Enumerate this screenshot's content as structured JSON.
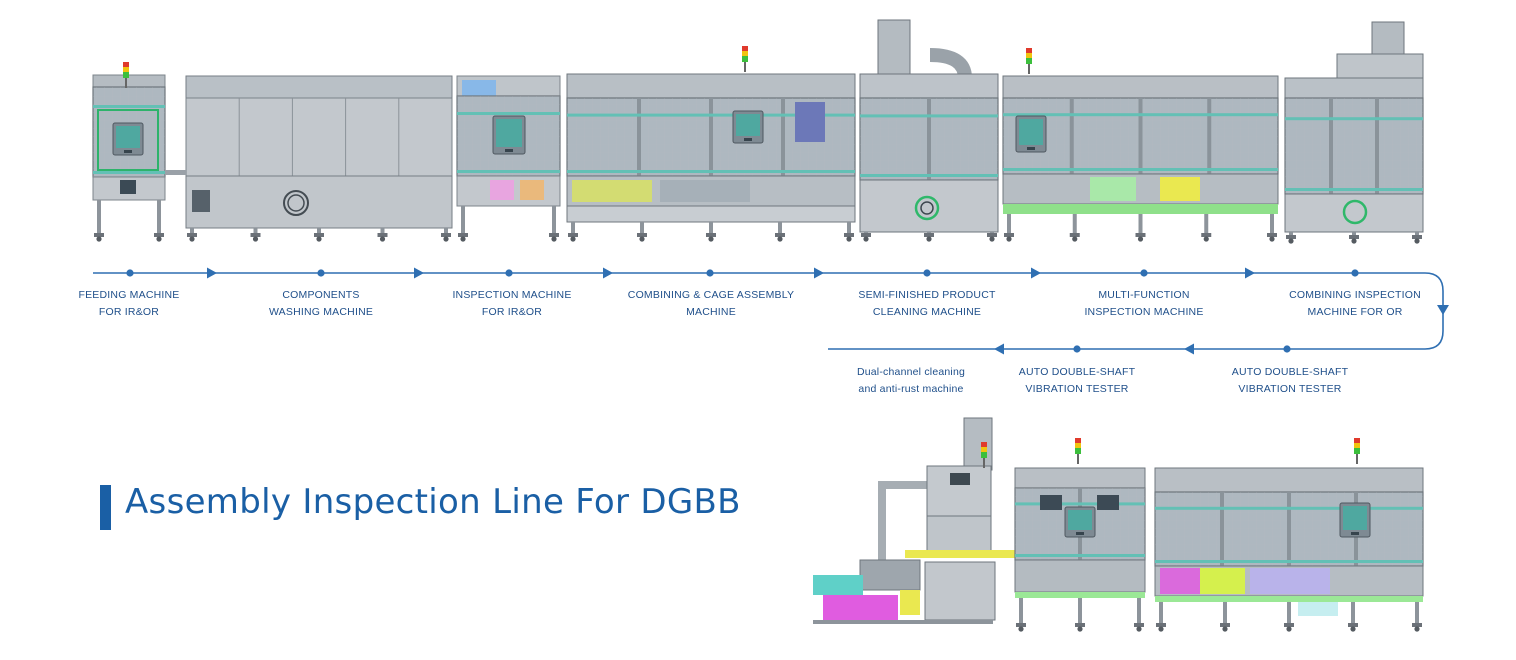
{
  "title": "Assembly Inspection Line For DGBB",
  "colors": {
    "accent": "#1a5fa5",
    "flow_line": "#2f6fb2",
    "label_text": "#1f4f8a",
    "frame": "#9aa1a8",
    "panel": "#c3c8cd",
    "glass": "#aeb8c0",
    "teal": "#63c0b5",
    "screen": "#4fa8a0",
    "green": "#59c64f",
    "magenta": "#e05ce0",
    "yellow": "#eae850",
    "lavender": "#b9b3ea"
  },
  "stations": {
    "row1": [
      {
        "label": "FEEDING MACHINE\nFOR IR&OR"
      },
      {
        "label": "COMPONENTS\nWASHING MACHINE"
      },
      {
        "label": "INSPECTION MACHINE\nFOR IR&OR"
      },
      {
        "label": "COMBINING & CAGE ASSEMBLY\nMACHINE"
      },
      {
        "label": "SEMI-FINISHED PRODUCT\nCLEANING MACHINE"
      },
      {
        "label": "MULTI-FUNCTION\nINSPECTION MACHINE"
      },
      {
        "label": "COMBINING INSPECTION\nMACHINE FOR OR"
      }
    ],
    "row2": [
      {
        "label": "AUTO DOUBLE-SHAFT\nVIBRATION TESTER"
      },
      {
        "label": "AUTO DOUBLE-SHAFT\nVIBRATION TESTER"
      },
      {
        "label": "Dual-channel cleaning\nand  anti-rust machine"
      }
    ]
  },
  "machines": {
    "top": [
      "feeding-machine-illustration",
      "washing-machine-illustration",
      "inspection-machine-illustration",
      "cage-assembly-machine-illustration",
      "cleaning-machine-illustration",
      "multi-function-machine-illustration",
      "combining-inspection-machine-illustration"
    ],
    "bottom": [
      "anti-rust-machine-illustration",
      "vibration-tester-1-illustration",
      "vibration-tester-2-illustration"
    ]
  }
}
